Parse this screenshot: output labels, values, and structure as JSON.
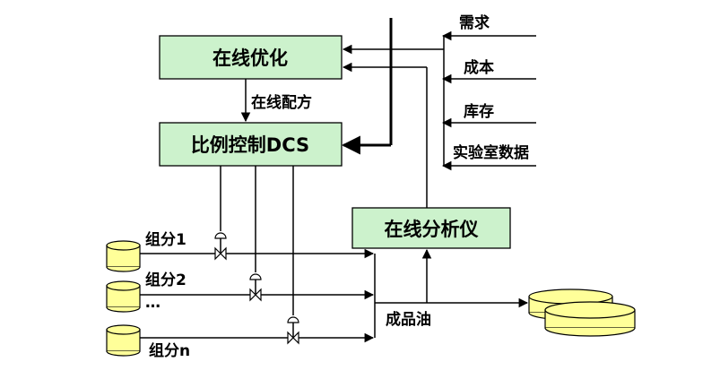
{
  "boxes": {
    "optimize": "在线优化",
    "dcs": "比例控制DCS",
    "analyzer": "在线分析仪"
  },
  "labels": {
    "recipe": "在线配方",
    "component1": "组分1",
    "component2": "组分2",
    "componentn": "组分n",
    "ellipsis": "…",
    "product": "成品油"
  },
  "inputs": [
    "需求",
    "成本",
    "库存",
    "实验室数据"
  ],
  "colors": {
    "box_fill": "#ccf2cc",
    "tank_fill": "#ffff99"
  }
}
